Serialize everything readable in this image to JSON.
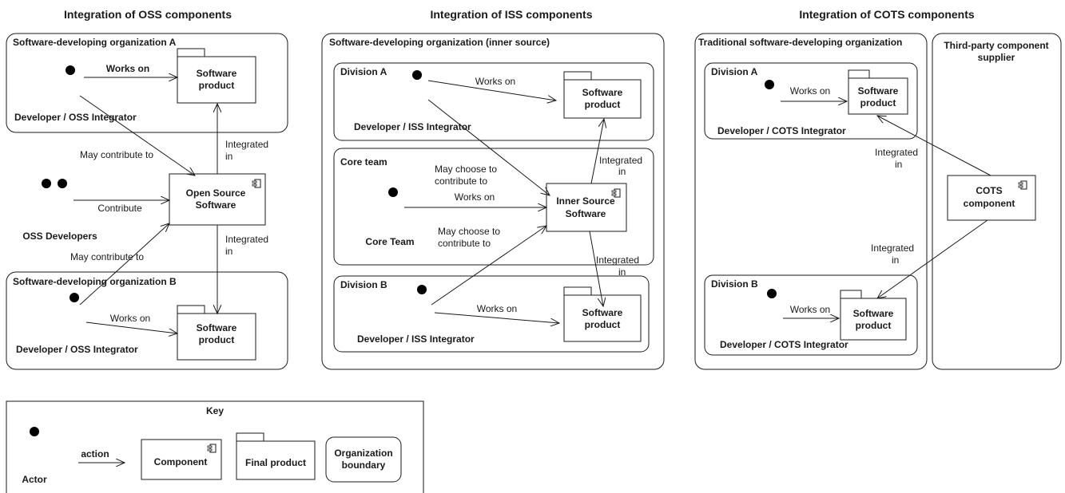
{
  "titles": {
    "oss": "Integration of OSS components",
    "iss": "Integration of ISS components",
    "cots": "Integration of COTS components"
  },
  "oss": {
    "org_a": "Software-developing organization A",
    "org_b": "Software-developing organization B",
    "dev_a": "Developer / OSS Integrator",
    "dev_b": "Developer / OSS Integrator",
    "works_on_a": "Works on",
    "works_on_b": "Works on",
    "product_a": [
      "Software",
      "product"
    ],
    "product_b": [
      "Software",
      "product"
    ],
    "may_contribute_a": "May contribute to",
    "may_contribute_b": "May contribute to",
    "oss_devs": "OSS Developers",
    "contribute": "Contribute",
    "component": [
      "Open Source",
      "Software"
    ],
    "integrated_a": [
      "Integrated",
      "in"
    ],
    "integrated_b": [
      "Integrated",
      "in"
    ]
  },
  "iss": {
    "org": "Software-developing organization (inner source)",
    "div_a": "Division A",
    "div_b": "Division B",
    "core_team_box": "Core team",
    "dev_a": "Developer / ISS Integrator",
    "dev_b": "Developer / ISS Integrator",
    "core_actor": "Core Team",
    "works_on_a": "Works on",
    "works_on_b": "Works on",
    "works_on_core": "Works on",
    "product_a": [
      "Software",
      "product"
    ],
    "product_b": [
      "Software",
      "product"
    ],
    "may_choose_a": [
      "May choose to",
      "contribute to"
    ],
    "may_choose_b": [
      "May choose to",
      "contribute to"
    ],
    "component": [
      "Inner Source",
      "Software"
    ],
    "integrated_a": [
      "Integrated",
      "in"
    ],
    "integrated_b": [
      "Integrated",
      "in"
    ]
  },
  "cots": {
    "org": "Traditional software-developing organization",
    "supplier": [
      "Third-party component",
      "supplier"
    ],
    "div_a": "Division A",
    "div_b": "Division B",
    "dev_a": "Developer / COTS Integrator",
    "dev_b": "Developer / COTS Integrator",
    "works_on_a": "Works on",
    "works_on_b": "Works on",
    "product_a": [
      "Software",
      "product"
    ],
    "product_b": [
      "Software",
      "product"
    ],
    "component": [
      "COTS",
      "component"
    ],
    "integrated_a": [
      "Integrated",
      "in"
    ],
    "integrated_b": [
      "Integrated",
      "in"
    ]
  },
  "key": {
    "title": "Key",
    "actor": "Actor",
    "action": "action",
    "component": "Component",
    "final_product": "Final product",
    "org_boundary": [
      "Organization",
      "boundary"
    ]
  }
}
